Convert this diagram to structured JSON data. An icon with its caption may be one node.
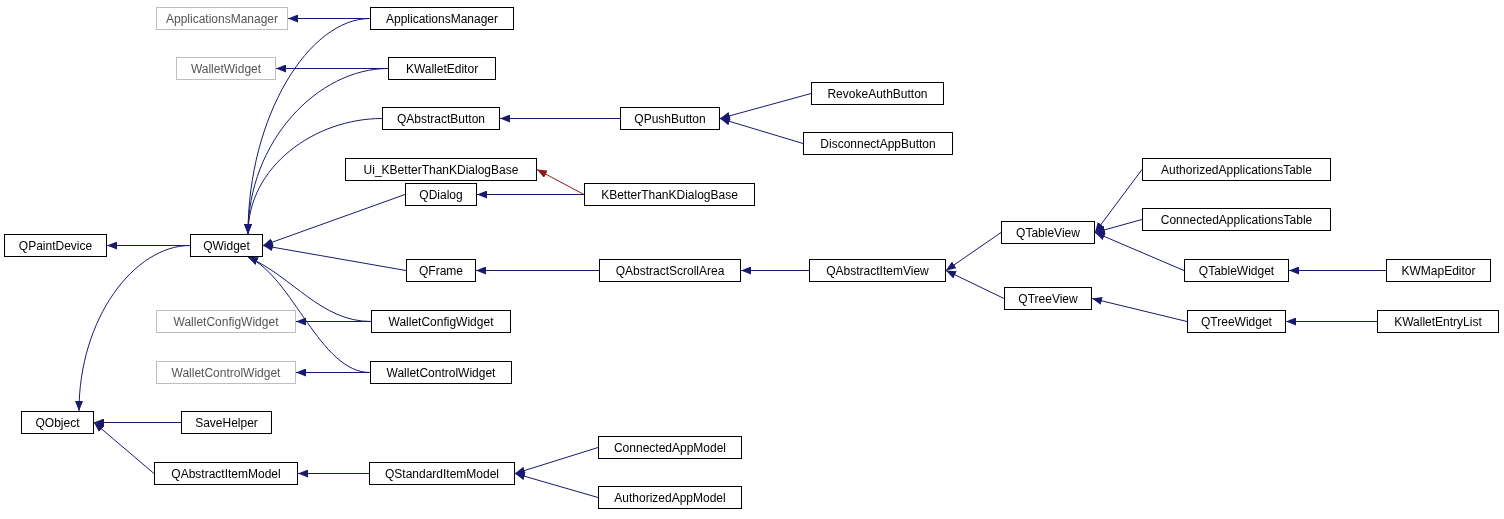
{
  "diagram": {
    "nodes": [
      {
        "text": [
          "QPaintDevice"
        ]
      },
      {
        "text": [
          "QWidget"
        ]
      },
      {
        "text": [
          "QObject"
        ]
      },
      {
        "text": [
          "ApplicationsManager"
        ]
      },
      {
        "text": [
          "ApplicationsManager"
        ]
      },
      {
        "text": [
          "WalletWidget"
        ]
      },
      {
        "text": [
          "KWalletEditor"
        ]
      },
      {
        "text": [
          "QAbstractButton"
        ]
      },
      {
        "text": [
          "QPushButton"
        ]
      },
      {
        "text": [
          "RevokeAuthButton"
        ]
      },
      {
        "text": [
          "DisconnectAppButton"
        ]
      },
      {
        "text": [
          "Ui_KBetterThanKDialogBase"
        ]
      },
      {
        "text": [
          "KBetterThanKDialogBase"
        ]
      },
      {
        "text": [
          "QDialog"
        ]
      },
      {
        "text": [
          "QFrame"
        ]
      },
      {
        "text": [
          "QAbstractScrollArea"
        ]
      },
      {
        "text": [
          "QAbstractItemView"
        ]
      },
      {
        "text": [
          "QTableView"
        ]
      },
      {
        "text": [
          "QTreeView"
        ]
      },
      {
        "text": [
          "AuthorizedApplicationsTable"
        ]
      },
      {
        "text": [
          "ConnectedApplicationsTable"
        ]
      },
      {
        "text": [
          "QTableWidget"
        ]
      },
      {
        "text": [
          "QTreeWidget"
        ]
      },
      {
        "text": [
          "KWMapEditor"
        ]
      },
      {
        "text": [
          "KWalletEntryList"
        ]
      },
      {
        "text": [
          "WalletConfigWidget"
        ]
      },
      {
        "text": [
          "WalletConfigWidget"
        ]
      },
      {
        "text": [
          "WalletControlWidget"
        ]
      },
      {
        "text": [
          "WalletControlWidget"
        ]
      },
      {
        "text": [
          "SaveHelper"
        ]
      },
      {
        "text": [
          "QAbstractItemModel"
        ]
      },
      {
        "text": [
          "QStandardItemModel"
        ]
      },
      {
        "text": [
          "ConnectedAppModel"
        ]
      },
      {
        "text": [
          "AuthorizedAppModel"
        ]
      }
    ],
    "edges": [
      {
        "from": 1,
        "to": 0,
        "arrow": "to"
      },
      {
        "from": 1,
        "to": 2,
        "arrow": "to"
      },
      {
        "from": 4,
        "to": 3,
        "arrow": "to"
      },
      {
        "from": 4,
        "to": 1,
        "arrow": "to"
      },
      {
        "from": 6,
        "to": 5,
        "arrow": "to"
      },
      {
        "from": 6,
        "to": 1,
        "arrow": "to"
      },
      {
        "from": 7,
        "to": 1,
        "arrow": "to"
      },
      {
        "from": 8,
        "to": 7,
        "arrow": "to"
      },
      {
        "from": 9,
        "to": 8,
        "arrow": "to"
      },
      {
        "from": 10,
        "to": 8,
        "arrow": "to"
      },
      {
        "from": 12,
        "to": 11,
        "arrow": "to",
        "color": "#8b1a1a"
      },
      {
        "from": 12,
        "to": 13,
        "arrow": "to"
      },
      {
        "from": 13,
        "to": 1,
        "arrow": "to"
      },
      {
        "from": 14,
        "to": 1,
        "arrow": "to"
      },
      {
        "from": 15,
        "to": 14,
        "arrow": "to"
      },
      {
        "from": 16,
        "to": 15,
        "arrow": "to"
      },
      {
        "from": 17,
        "to": 16,
        "arrow": "to"
      },
      {
        "from": 18,
        "to": 16,
        "arrow": "to"
      },
      {
        "from": 19,
        "to": 17,
        "arrow": "to"
      },
      {
        "from": 20,
        "to": 17,
        "arrow": "to"
      },
      {
        "from": 21,
        "to": 17,
        "arrow": "to"
      },
      {
        "from": 22,
        "to": 18,
        "arrow": "to"
      },
      {
        "from": 23,
        "to": 21,
        "arrow": "to"
      },
      {
        "from": 24,
        "to": 22,
        "arrow": "to"
      },
      {
        "from": 26,
        "to": 25,
        "arrow": "to"
      },
      {
        "from": 26,
        "to": 1,
        "arrow": "to"
      },
      {
        "from": 28,
        "to": 27,
        "arrow": "to"
      },
      {
        "from": 28,
        "to": 1,
        "arrow": "to"
      },
      {
        "from": 29,
        "to": 2,
        "arrow": "to"
      },
      {
        "from": 30,
        "to": 2,
        "arrow": "to"
      },
      {
        "from": 31,
        "to": 30,
        "arrow": "to"
      },
      {
        "from": 32,
        "to": 31,
        "arrow": "to"
      },
      {
        "from": 33,
        "to": 31,
        "arrow": "to"
      }
    ]
  }
}
